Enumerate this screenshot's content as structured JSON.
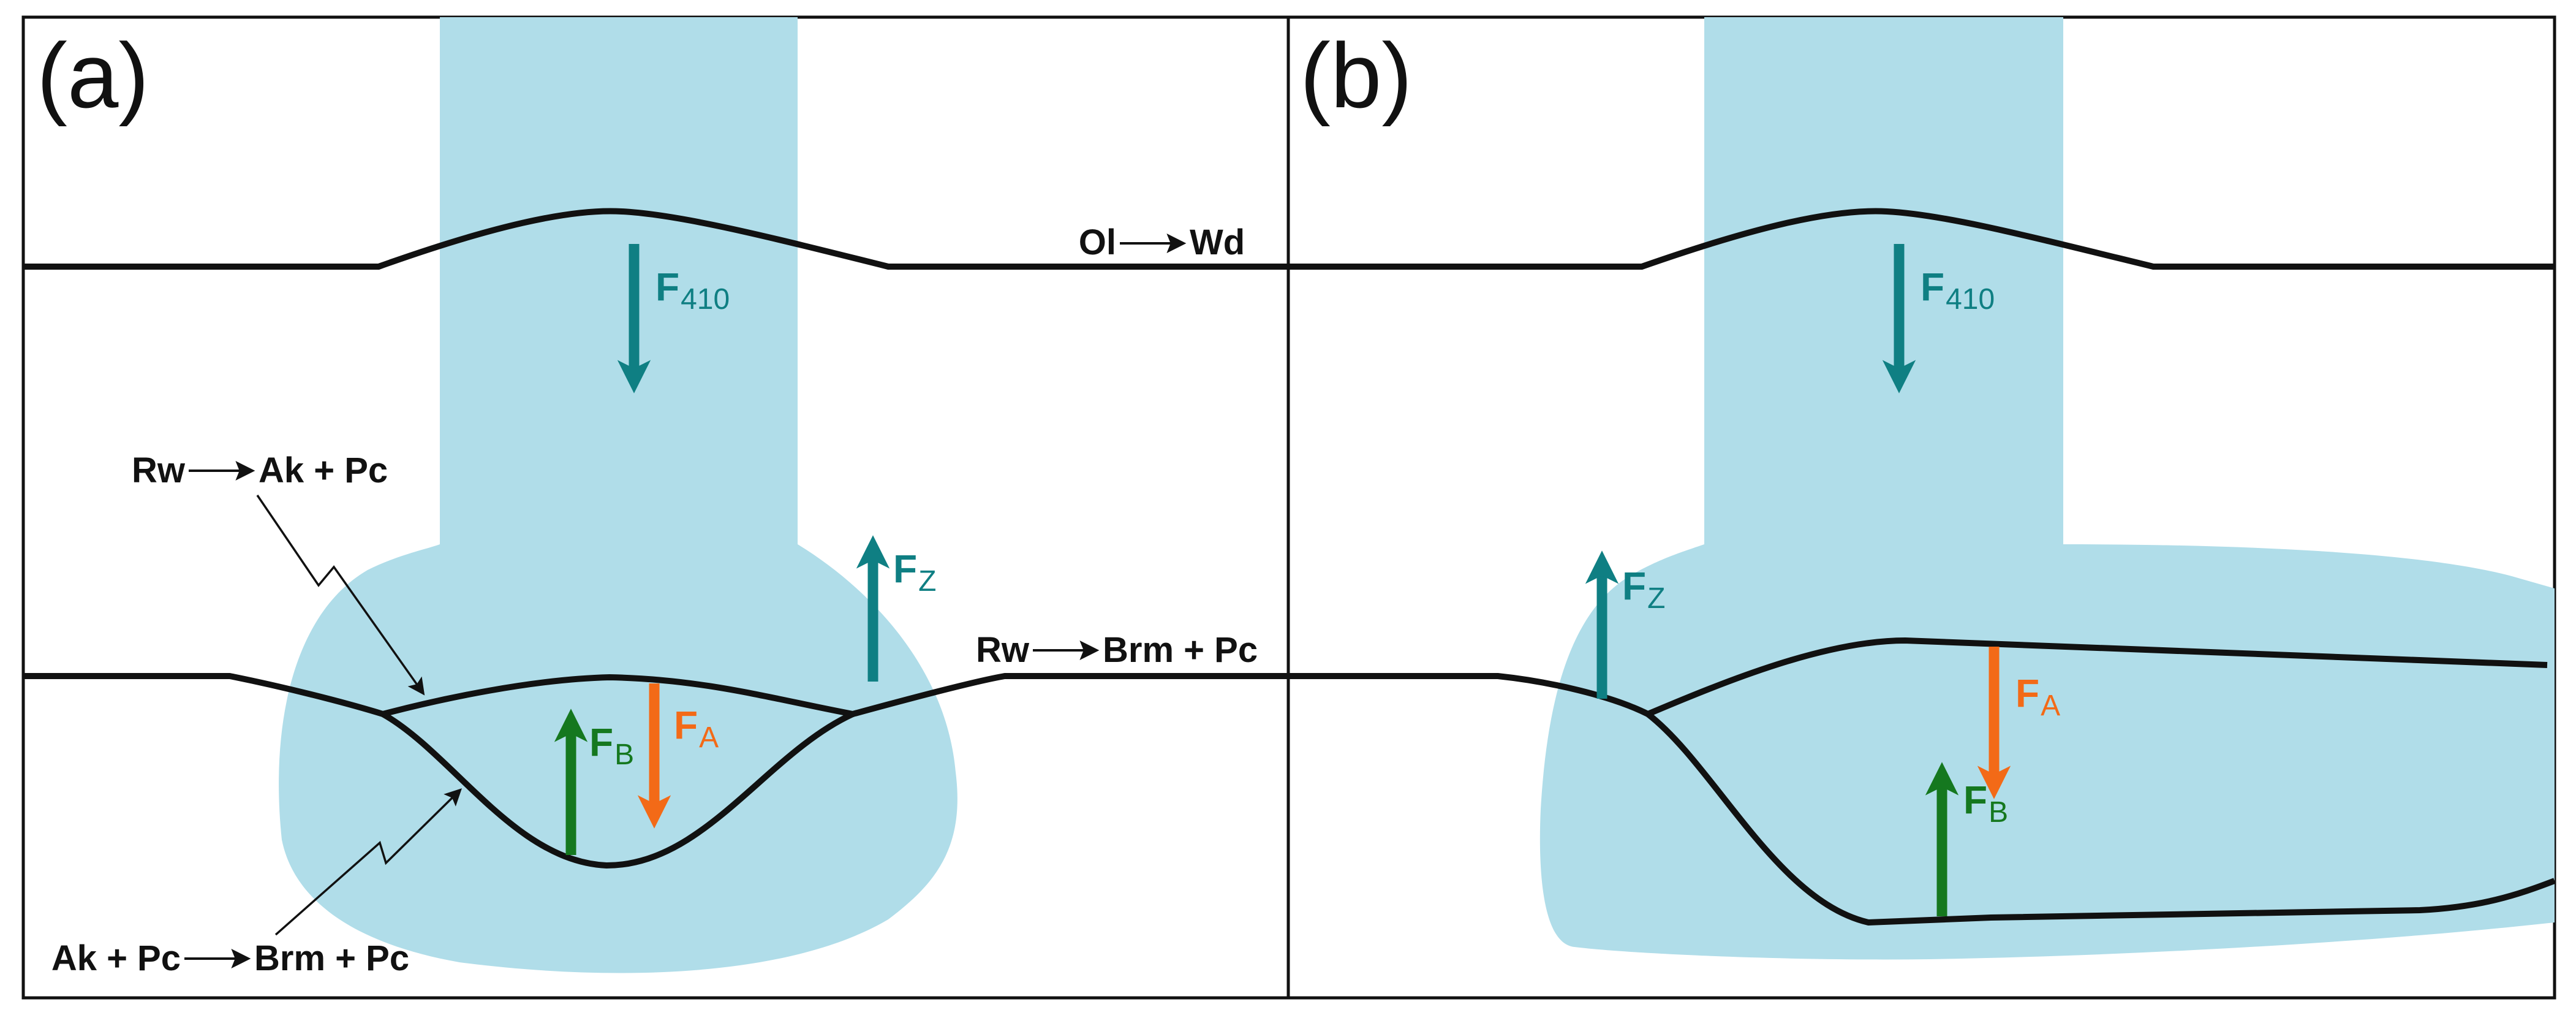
{
  "colors": {
    "plume": "#b0dde9",
    "teal": "#0f7f83",
    "green": "#15781f",
    "orange": "#f36a17",
    "line": "#111111"
  },
  "panel_a": {
    "label": "(a)",
    "ol_wd": {
      "left": "Ol",
      "right": "Wd"
    },
    "rw_ak": {
      "left": "Rw",
      "right": "Ak + Pc"
    },
    "rw_brm": {
      "left": "Rw",
      "right": "Brm + Pc"
    },
    "ak_brm": {
      "left": "Ak + Pc",
      "right": "Brm + Pc"
    },
    "forces": {
      "f410": {
        "main": "F",
        "sub": "410"
      },
      "fz": {
        "main": "F",
        "sub": "Z"
      },
      "fb": {
        "main": "F",
        "sub": "B"
      },
      "fa": {
        "main": "F",
        "sub": "A"
      }
    }
  },
  "panel_b": {
    "label": "(b)",
    "forces": {
      "f410": {
        "main": "F",
        "sub": "410"
      },
      "fz": {
        "main": "F",
        "sub": "Z"
      },
      "fa": {
        "main": "F",
        "sub": "A"
      },
      "fb": {
        "main": "F",
        "sub": "B"
      }
    }
  }
}
